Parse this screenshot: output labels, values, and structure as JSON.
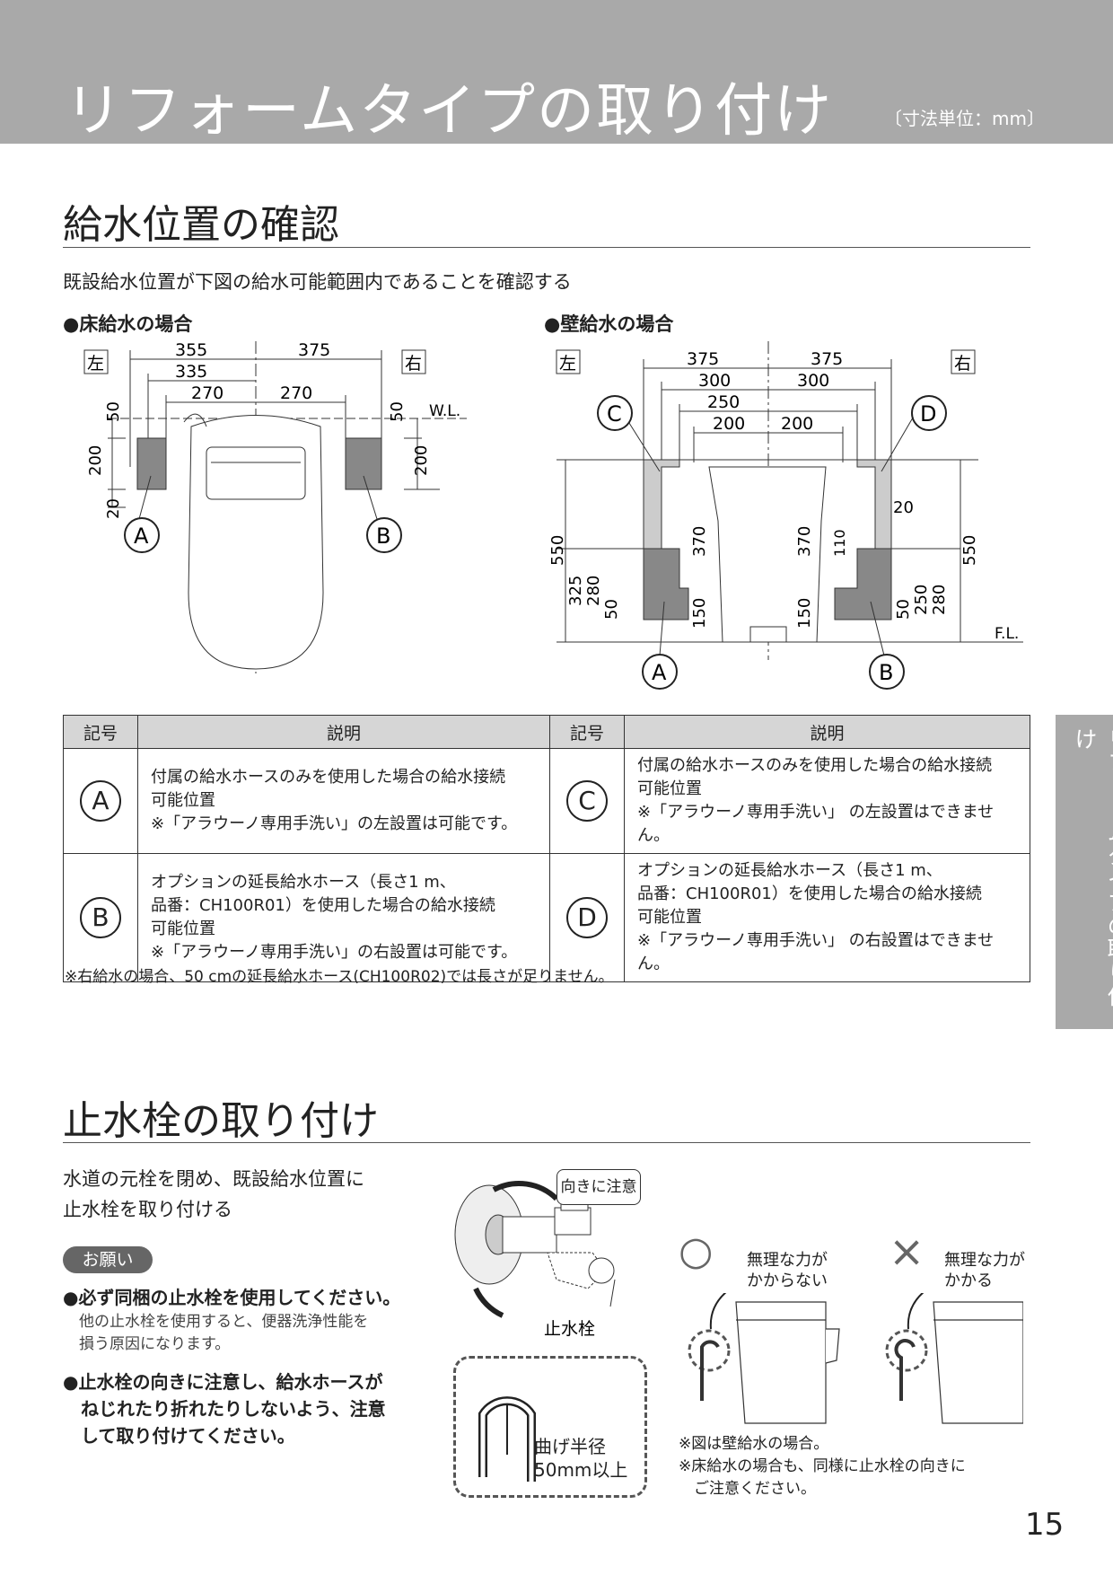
{
  "header": {
    "title": "リフォームタイプの取り付け",
    "unit": "〔寸法単位：mm〕"
  },
  "side_tab": "リフォームタイプの取り付け",
  "section1": {
    "title": "給水位置の確認",
    "intro": "既設給水位置が下図の給水可能範囲内であることを確認する",
    "floor_label": "●床給水の場合",
    "wall_label": "●壁給水の場合",
    "floor_diagram": {
      "left": "左",
      "right": "右",
      "wl": "W.L.",
      "dims_top": [
        "355",
        "375",
        "335",
        "270",
        "270"
      ],
      "dims_side": [
        "50",
        "200",
        "20",
        "50",
        "200"
      ],
      "markers": [
        "A",
        "B"
      ]
    },
    "wall_diagram": {
      "left": "左",
      "right": "右",
      "fl": "F.L.",
      "dims_top": [
        "375",
        "375",
        "300",
        "300",
        "250",
        "200",
        "200"
      ],
      "dims_side_left": [
        "550",
        "325",
        "280",
        "50",
        "370",
        "150"
      ],
      "dims_side_right": [
        "20",
        "110",
        "370",
        "150",
        "50",
        "250",
        "280",
        "550"
      ],
      "markers": [
        "C",
        "D",
        "A",
        "B"
      ]
    },
    "table": {
      "headers": [
        "記号",
        "説明",
        "記号",
        "説明"
      ],
      "rows": [
        {
          "sym1": "A",
          "desc1": [
            "付属の給水ホースのみを使用した場合の給水接続",
            "可能位置",
            "※「アラウーノ専用手洗い」の左設置は可能です。"
          ],
          "sym2": "C",
          "desc2": [
            "付属の給水ホースのみを使用した場合の給水接続",
            "可能位置",
            "※「アラウーノ専用手洗い」 の左設置はできません。"
          ]
        },
        {
          "sym1": "B",
          "desc1": [
            "オプションの延長給水ホース（長さ1 m、",
            "品番：CH100R01）を使用した場合の給水接続",
            "可能位置",
            "※「アラウーノ専用手洗い」の右設置は可能です。"
          ],
          "sym2": "D",
          "desc2": [
            "オプションの延長給水ホース（長さ1 m、",
            "品番：CH100R01）を使用した場合の給水接続",
            "可能位置",
            "※「アラウーノ専用手洗い」 の右設置はできません。"
          ]
        }
      ]
    },
    "footnote": "※右給水の場合、50 cmの延長給水ホース(CH100R02)では長さが足りません。"
  },
  "section2": {
    "title": "止水栓の取り付け",
    "intro": [
      "水道の元栓を閉め、既設給水位置に",
      "止水栓を取り付ける"
    ],
    "pill": "お願い",
    "bullets": [
      {
        "bold": [
          "●必ず同梱の止水栓を使用してください。"
        ],
        "sub": [
          "他の止水栓を使用すると、便器洗浄性能を",
          "損う原因になります。"
        ]
      },
      {
        "bold": [
          "●止水栓の向きに注意し、給水ホースが",
          "　ねじれたり折れたりしないよう、注意",
          "　して取り付けてください。"
        ],
        "sub": []
      }
    ],
    "callout": "向きに注意",
    "valve_label": "止水栓",
    "bend_label": [
      "曲げ半径",
      "50mm以上"
    ],
    "ok_symbol": "○",
    "ng_symbol": "×",
    "ok_label": [
      "無理な力が",
      "かからない"
    ],
    "ng_label": [
      "無理な力が",
      "かかる"
    ],
    "notes": [
      "※図は壁給水の場合。",
      "※床給水の場合も、同様に止水栓の向きに",
      "　ご注意ください。"
    ]
  },
  "page_number": "15"
}
